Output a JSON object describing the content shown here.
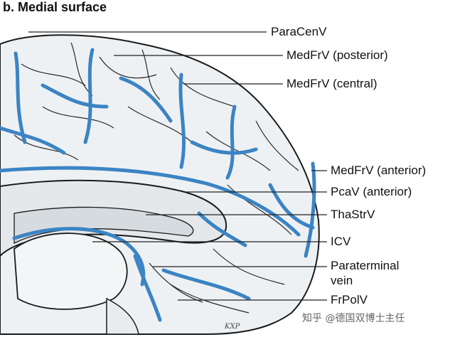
{
  "figure": {
    "title": "b. Medial surface",
    "colors": {
      "vein": "#3b84c4",
      "outline": "#1a1a1a",
      "fill": "#eef1f3",
      "leader": "#222222"
    },
    "labels": [
      {
        "id": "paracenv",
        "text": "ParaCenV"
      },
      {
        "id": "medfrv-posterior",
        "text": "MedFrV (posterior)"
      },
      {
        "id": "medfrv-central",
        "text": "MedFrV (central)"
      },
      {
        "id": "medfrv-anterior",
        "text": "MedFrV (anterior)"
      },
      {
        "id": "pcav-anterior",
        "text": "PcaV (anterior)"
      },
      {
        "id": "thastrv",
        "text": "ThaStrV"
      },
      {
        "id": "icv",
        "text": "ICV"
      },
      {
        "id": "paraterminal-vein-line1",
        "text": "Paraterminal"
      },
      {
        "id": "paraterminal-vein-line2",
        "text": "vein"
      },
      {
        "id": "frpolv",
        "text": "FrPolV"
      }
    ],
    "watermark": "知乎 @德国双博士主任",
    "artist_signature": "KXP"
  }
}
